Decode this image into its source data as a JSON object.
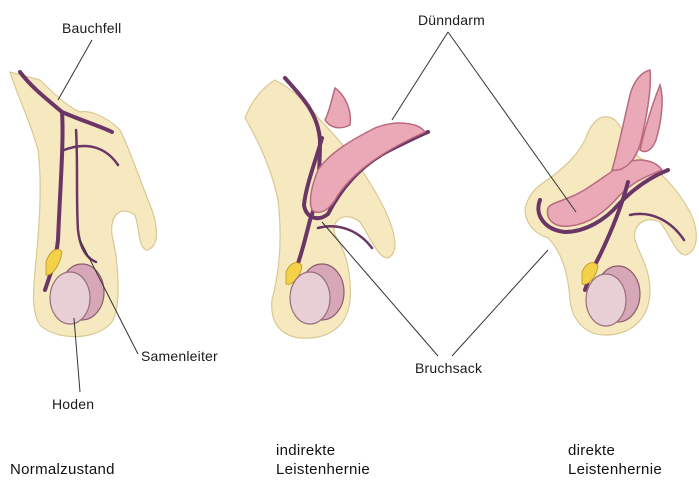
{
  "labels": {
    "bauchfell": "Bauchfell",
    "duenndarm": "Dünndarm",
    "samenleiter": "Samenleiter",
    "hoden": "Hoden",
    "bruchsack": "Bruchsack"
  },
  "captions": {
    "normal": "Normalzustand",
    "indirect_line1": "indirekte",
    "indirect_line2": "Leistenhernie",
    "direct_line1": "direkte",
    "direct_line2": "Leistenhernie"
  },
  "colors": {
    "skin": "#f7e9bf",
    "skin_outline": "#d9c894",
    "membrane": "#6b3566",
    "intestine": "#e9a9b6",
    "intestine_dark": "#b86a7e",
    "testis": "#e8cfd6",
    "epididymis": "#d6a7b7",
    "yellow": "#f3d24a",
    "line": "#333333"
  }
}
